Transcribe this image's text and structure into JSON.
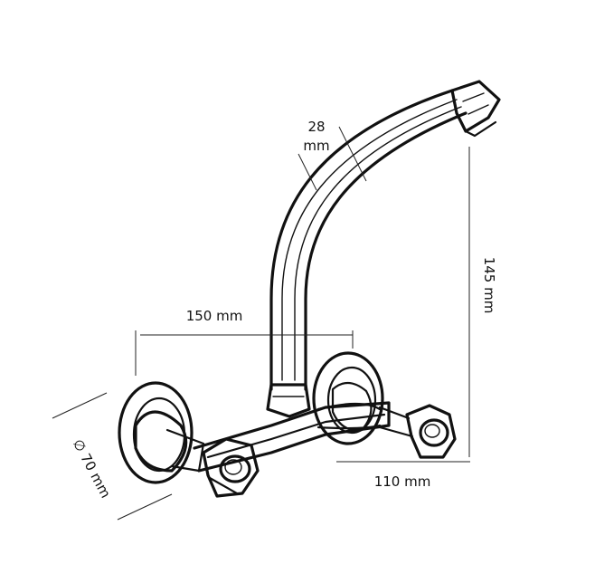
{
  "figure": {
    "subject": "wall-mounted mixer faucet technical sketch",
    "colors": {
      "ink": "#111111",
      "background": "#ffffff"
    }
  },
  "dimensions": {
    "pipe_diameter_value": "28",
    "pipe_diameter_unit": "mm",
    "height": "145 mm",
    "center_distance": "150 mm",
    "spout_reach": "110 mm",
    "flange_diameter": "∅ 70 mm"
  }
}
